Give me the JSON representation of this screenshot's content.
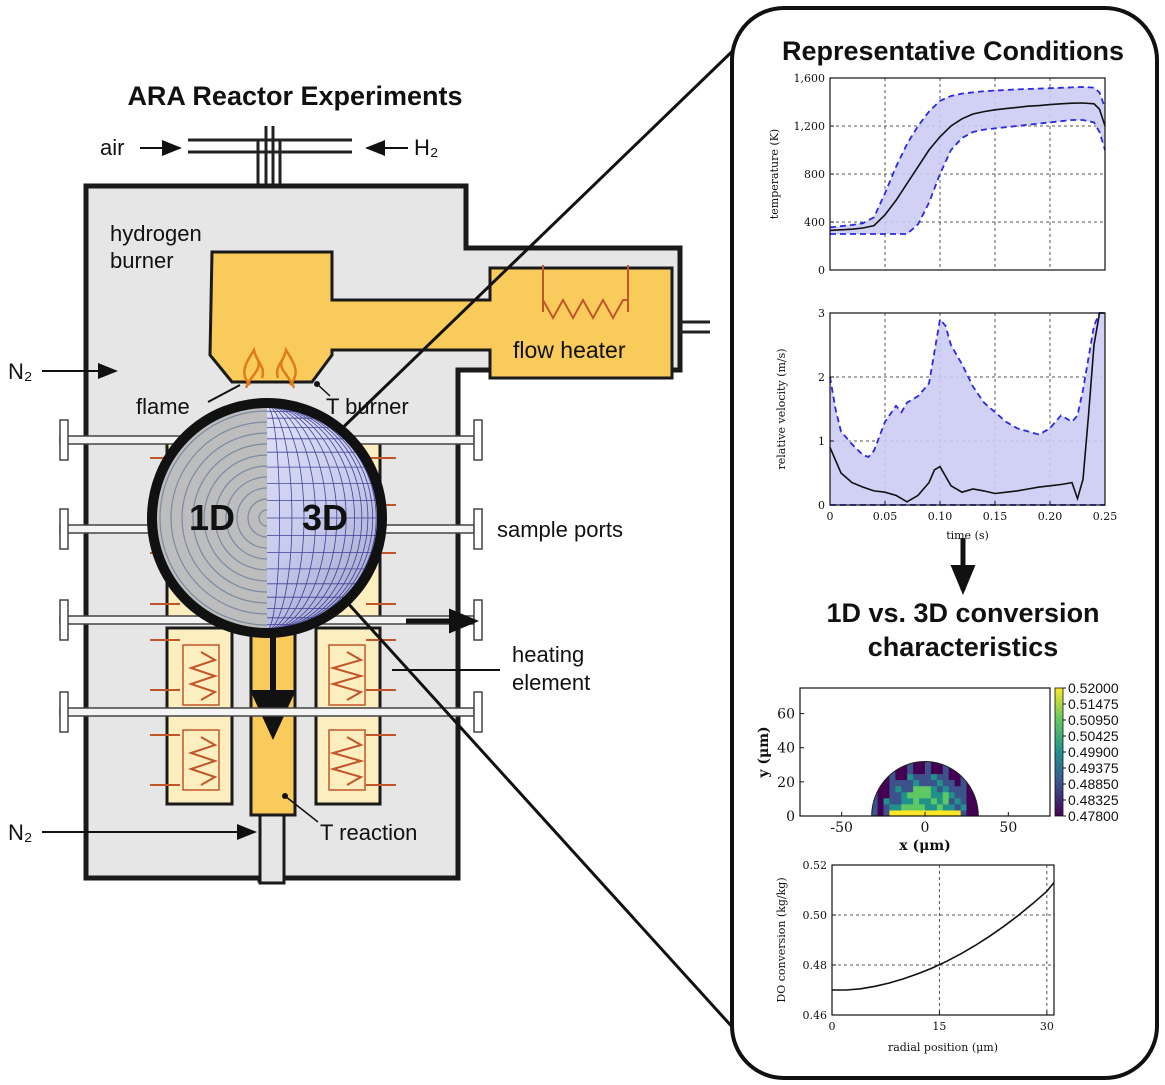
{
  "diagram": {
    "title": "ARA Reactor Experiments",
    "inputs": {
      "air": "air",
      "h2": "H₂"
    },
    "labels": {
      "hydrogen_burner_1": "hydrogen",
      "hydrogen_burner_2": "burner",
      "n2_top": "N₂",
      "n2_bottom": "N₂",
      "flame": "flame",
      "t_burner": "T burner",
      "flow_heater": "flow heater",
      "sample_ports": "sample ports",
      "heating_element_1": "heating",
      "heating_element_2": "element",
      "t_reaction": "T reaction"
    },
    "zoom": {
      "left": "1D",
      "right": "3D"
    },
    "colors": {
      "reactor_fill": "#e6e6e6",
      "burner_fill": "#f8cb5a",
      "heater_fill": "#fdeec0",
      "coil": "#c0562a",
      "flame": "#e07b1a",
      "mesh": "#2a2a8a",
      "band": "#ccccf4",
      "band_edge": "#2a2ae6"
    }
  },
  "panel": {
    "heading": "Representative Conditions",
    "conversion_heading_1": "1D vs. 3D conversion",
    "conversion_heading_2": "characteristics"
  },
  "chart_data": [
    {
      "type": "line",
      "title": "",
      "xlabel": "",
      "ylabel": "temperature (K)",
      "xlim": [
        0,
        0.25
      ],
      "ylim": [
        0,
        1600
      ],
      "xticks": [
        0.05,
        0.1,
        0.15,
        0.2
      ],
      "yticks": [
        0,
        400,
        800,
        1200,
        1600
      ],
      "ytick_labels": [
        "0",
        "400",
        "800",
        "1,200",
        "1,600"
      ],
      "grid": true,
      "x": [
        0,
        0.01,
        0.02,
        0.03,
        0.04,
        0.05,
        0.06,
        0.07,
        0.08,
        0.09,
        0.1,
        0.11,
        0.12,
        0.13,
        0.14,
        0.15,
        0.16,
        0.17,
        0.18,
        0.19,
        0.2,
        0.21,
        0.22,
        0.23,
        0.24,
        0.245,
        0.25
      ],
      "series": [
        {
          "role": "mean",
          "values": [
            330,
            335,
            340,
            350,
            370,
            460,
            580,
            720,
            860,
            1000,
            1110,
            1200,
            1260,
            1300,
            1320,
            1335,
            1345,
            1355,
            1365,
            1370,
            1378,
            1385,
            1390,
            1392,
            1385,
            1340,
            1200
          ]
        },
        {
          "role": "upper",
          "values": [
            355,
            365,
            375,
            390,
            440,
            640,
            860,
            1050,
            1200,
            1320,
            1410,
            1450,
            1470,
            1480,
            1490,
            1495,
            1500,
            1505,
            1508,
            1512,
            1515,
            1518,
            1522,
            1525,
            1520,
            1480,
            1350
          ]
        },
        {
          "role": "lower",
          "values": [
            300,
            300,
            300,
            300,
            300,
            300,
            300,
            300,
            380,
            560,
            800,
            1000,
            1100,
            1150,
            1170,
            1180,
            1190,
            1200,
            1210,
            1220,
            1230,
            1240,
            1250,
            1250,
            1230,
            1150,
            1000
          ]
        }
      ]
    },
    {
      "type": "line",
      "title": "",
      "xlabel": "time (s)",
      "ylabel": "relative velocity (m/s)",
      "xlim": [
        0,
        0.25
      ],
      "ylim": [
        0,
        3
      ],
      "xticks": [
        0,
        0.05,
        0.1,
        0.15,
        0.2,
        0.25
      ],
      "xtick_labels": [
        "0",
        "0.05",
        "0.10",
        "0.15",
        "0.20",
        "0.25"
      ],
      "yticks": [
        0,
        1,
        2,
        3
      ],
      "grid": true,
      "x": [
        0,
        0.005,
        0.01,
        0.02,
        0.03,
        0.035,
        0.04,
        0.05,
        0.06,
        0.065,
        0.07,
        0.08,
        0.09,
        0.095,
        0.1,
        0.105,
        0.11,
        0.12,
        0.13,
        0.14,
        0.15,
        0.16,
        0.17,
        0.18,
        0.19,
        0.2,
        0.21,
        0.22,
        0.225,
        0.23,
        0.235,
        0.24,
        0.245,
        0.25
      ],
      "series": [
        {
          "role": "mean",
          "values": [
            0.9,
            0.7,
            0.5,
            0.35,
            0.28,
            0.25,
            0.22,
            0.2,
            0.15,
            0.1,
            0.05,
            0.15,
            0.35,
            0.55,
            0.6,
            0.45,
            0.3,
            0.2,
            0.25,
            0.22,
            0.18,
            0.2,
            0.22,
            0.25,
            0.28,
            0.3,
            0.32,
            0.35,
            0.1,
            0.4,
            1.4,
            2.5,
            3.0,
            3.0
          ]
        },
        {
          "role": "upper",
          "values": [
            2.0,
            1.5,
            1.15,
            0.95,
            0.78,
            0.75,
            0.85,
            1.3,
            1.55,
            1.45,
            1.6,
            1.7,
            1.9,
            2.4,
            2.9,
            2.8,
            2.5,
            2.2,
            1.85,
            1.6,
            1.45,
            1.3,
            1.2,
            1.15,
            1.1,
            1.2,
            1.4,
            1.3,
            1.4,
            1.8,
            2.3,
            2.8,
            3.0,
            3.0
          ]
        },
        {
          "role": "lower",
          "values": [
            0,
            0,
            0,
            0,
            0,
            0,
            0,
            0,
            0,
            0,
            0,
            0,
            0,
            0,
            0,
            0,
            0,
            0,
            0,
            0,
            0,
            0,
            0,
            0,
            0,
            0,
            0,
            0,
            0,
            0,
            0,
            0,
            0,
            0
          ]
        }
      ]
    },
    {
      "type": "heatmap",
      "title": "",
      "xlabel": "x (μm)",
      "ylabel": "y (μm)",
      "xlim": [
        -75,
        75
      ],
      "ylim": [
        0,
        75
      ],
      "xticks": [
        -50,
        0,
        50
      ],
      "yticks": [
        0,
        20,
        40,
        60
      ],
      "radius": 32,
      "colorbar": {
        "min": 0.478,
        "max": 0.52,
        "tick_labels": [
          "0.52000",
          "0.51475",
          "0.50950",
          "0.50425",
          "0.49900",
          "0.49375",
          "0.48850",
          "0.48325",
          "0.47800"
        ]
      }
    },
    {
      "type": "line",
      "title": "",
      "xlabel": "radial position (μm)",
      "ylabel": "DO conversion (kg/kg)",
      "xlim": [
        0,
        31
      ],
      "ylim": [
        0.46,
        0.52
      ],
      "xticks": [
        0,
        15,
        30
      ],
      "yticks": [
        0.46,
        0.48,
        0.5,
        0.52
      ],
      "ytick_labels": [
        "0.46",
        "0.48",
        "0.50",
        "0.52"
      ],
      "grid": true,
      "x": [
        0,
        2,
        4,
        6,
        8,
        10,
        12,
        14,
        16,
        18,
        20,
        22,
        24,
        26,
        28,
        30,
        31
      ],
      "series": [
        {
          "role": "conversion",
          "values": [
            0.47,
            0.47,
            0.4705,
            0.4715,
            0.4728,
            0.4745,
            0.4765,
            0.4788,
            0.4815,
            0.4845,
            0.4878,
            0.4915,
            0.4955,
            0.4998,
            0.5045,
            0.5095,
            0.513
          ]
        }
      ]
    }
  ]
}
